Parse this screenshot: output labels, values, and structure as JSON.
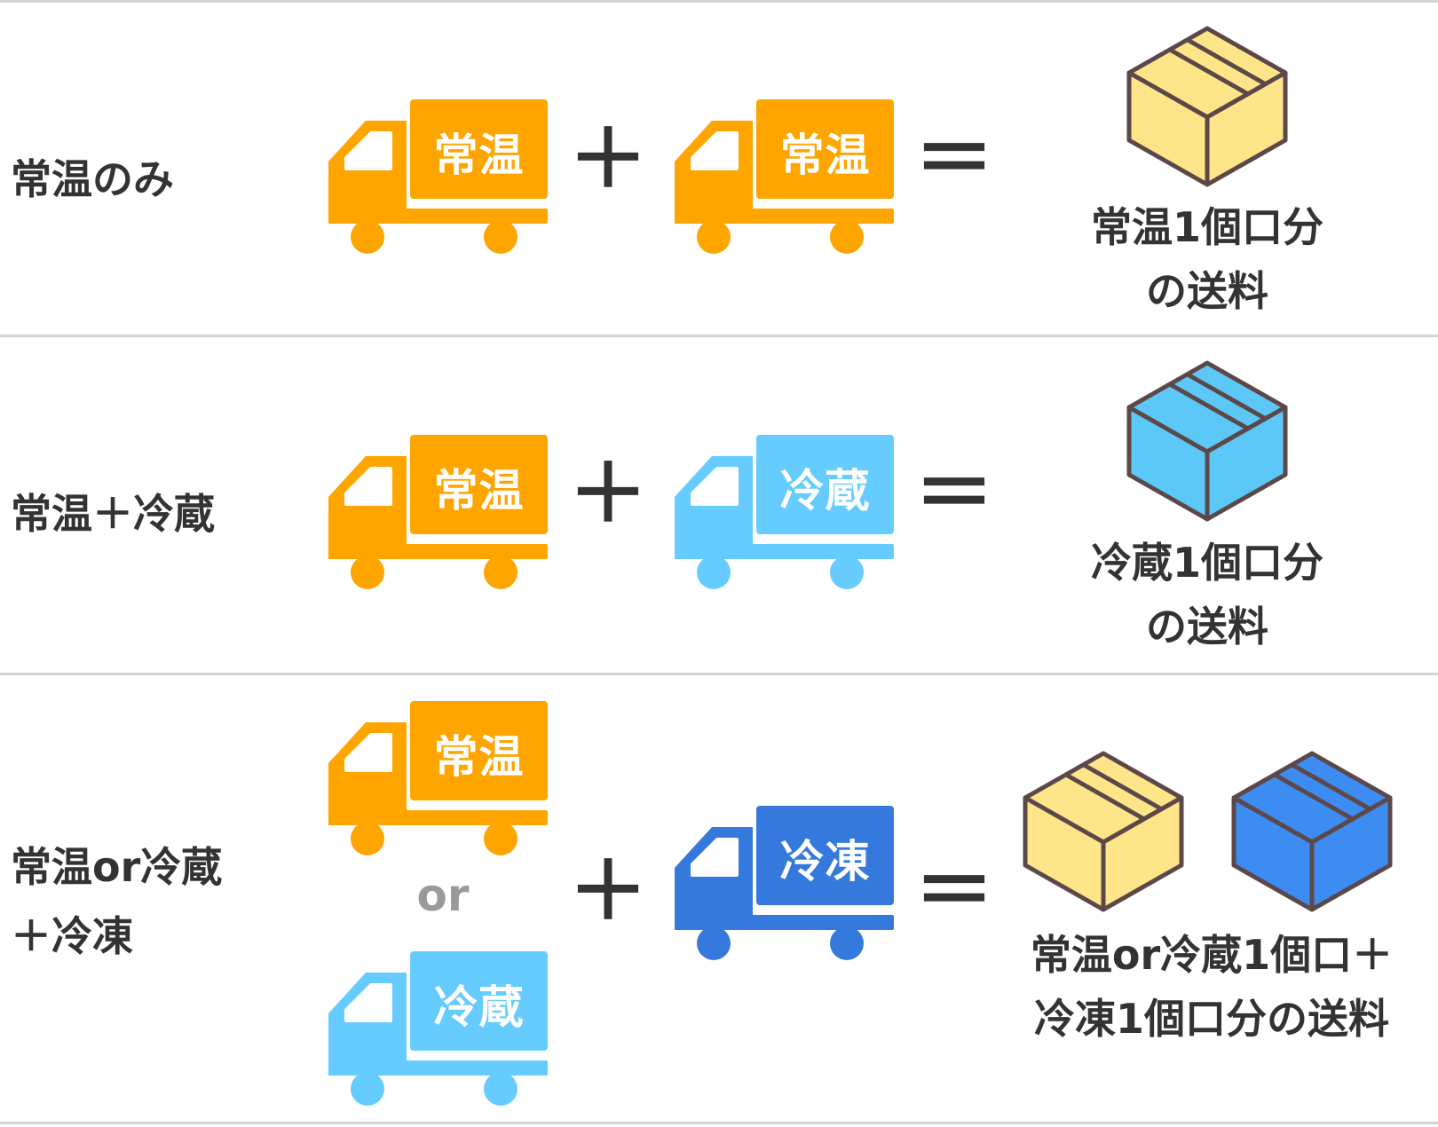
{
  "colors": {
    "ambient": "#FFA500",
    "refrigerated": "#66CCFF",
    "frozen": "#3679DD",
    "box_yellow": "#FFE58A",
    "box_light_blue": "#5BC8F8",
    "box_blue": "#3D8CF2",
    "box_outline": "#5C4848",
    "divider": "#D4D4D4"
  },
  "rows": [
    {
      "label": "常温のみ",
      "truck_a": "常温",
      "plus": "＋",
      "truck_b": "常温",
      "equals": "＝",
      "result": "常温1個口分\nの送料"
    },
    {
      "label": "常温＋冷蔵",
      "truck_a": "常温",
      "plus": "＋",
      "truck_b": "冷蔵",
      "equals": "＝",
      "result": "冷蔵1個口分\nの送料"
    },
    {
      "label": "常温or冷蔵\n＋冷凍",
      "truck_a_top": "常温",
      "or": "or",
      "truck_a_bottom": "冷蔵",
      "plus": "＋",
      "truck_b": "冷凍",
      "equals": "＝",
      "result": "常温or冷蔵1個口＋\n冷凍1個口分の送料"
    }
  ]
}
